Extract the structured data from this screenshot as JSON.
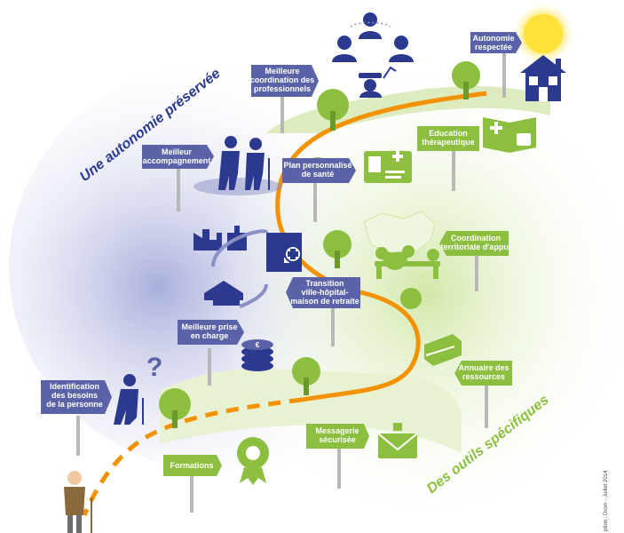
{
  "titles": {
    "autonomy": "Une autonomie préservée",
    "tools": "Des outils spécifiques"
  },
  "credit": "ption : Drom - Juillet 2014",
  "signs": {
    "autonomie_respectee": [
      "Autonomie",
      "respectée"
    ],
    "meilleure_coordination": [
      "Meilleure",
      "coordination des",
      "professionnels"
    ],
    "meilleur_accompagnement": [
      "Meilleur",
      "accompagnement"
    ],
    "plan_personnalise": [
      "Plan personnalisé",
      "de santé"
    ],
    "education_therapeutique": [
      "Education",
      "thérapeutique"
    ],
    "coordination_territoriale": [
      "Coordination",
      "territoriale d'appui"
    ],
    "transition": [
      "Transition",
      "ville-hôpital-",
      "maison de retraite"
    ],
    "meilleure_prise": [
      "Meilleure prise",
      "en charge"
    ],
    "identification": [
      "Identification",
      "des besoins",
      "de la personne"
    ],
    "annuaire": [
      "Annuaire des",
      "ressources"
    ],
    "messagerie": [
      "Messagerie",
      "sécurisée"
    ],
    "formations": [
      "Formations"
    ]
  },
  "colors": {
    "blue_sign": "#5b63a8",
    "green_sign": "#8cbf3f",
    "dark_blue": "#2b3a8f",
    "green": "#8cbf3f",
    "orange_path": "#f39200",
    "sun": "#ffe13a"
  }
}
